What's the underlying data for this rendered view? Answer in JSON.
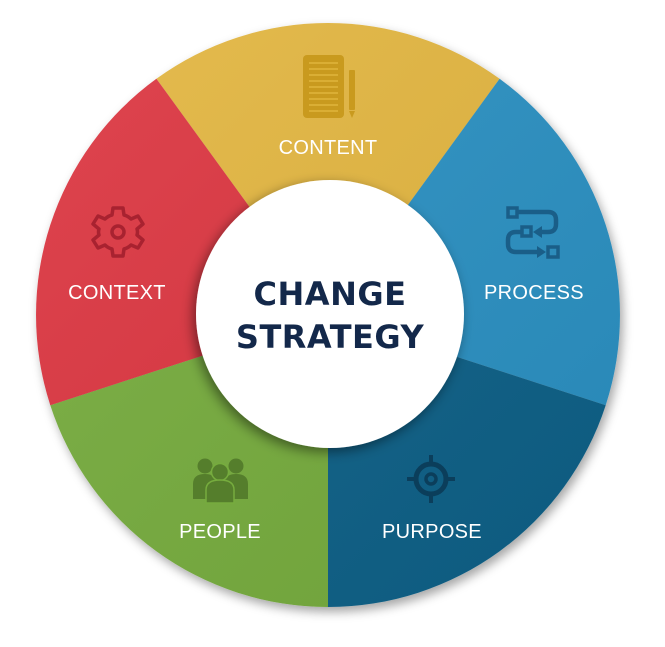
{
  "diagram": {
    "type": "ring",
    "center": {
      "line1": "CHANGE",
      "line2": "STRATEGY",
      "color": "#13284A"
    },
    "segments": [
      {
        "label": "CONTENT",
        "icon": "document-pencil-icon",
        "color": "#E3B63F",
        "icon_color": "#C99A1E"
      },
      {
        "label": "PROCESS",
        "icon": "process-flow-icon",
        "color": "#2C90C2",
        "icon_color": "#1A5E88"
      },
      {
        "label": "PURPOSE",
        "icon": "target-icon",
        "color": "#0E6187",
        "icon_color": "#0B3E5B"
      },
      {
        "label": "PEOPLE",
        "icon": "people-group-icon",
        "color": "#76AC3E",
        "icon_color": "#557E2C"
      },
      {
        "label": "CONTEXT",
        "icon": "gear-icon",
        "color": "#DC3440",
        "icon_color": "#A82230"
      }
    ]
  }
}
